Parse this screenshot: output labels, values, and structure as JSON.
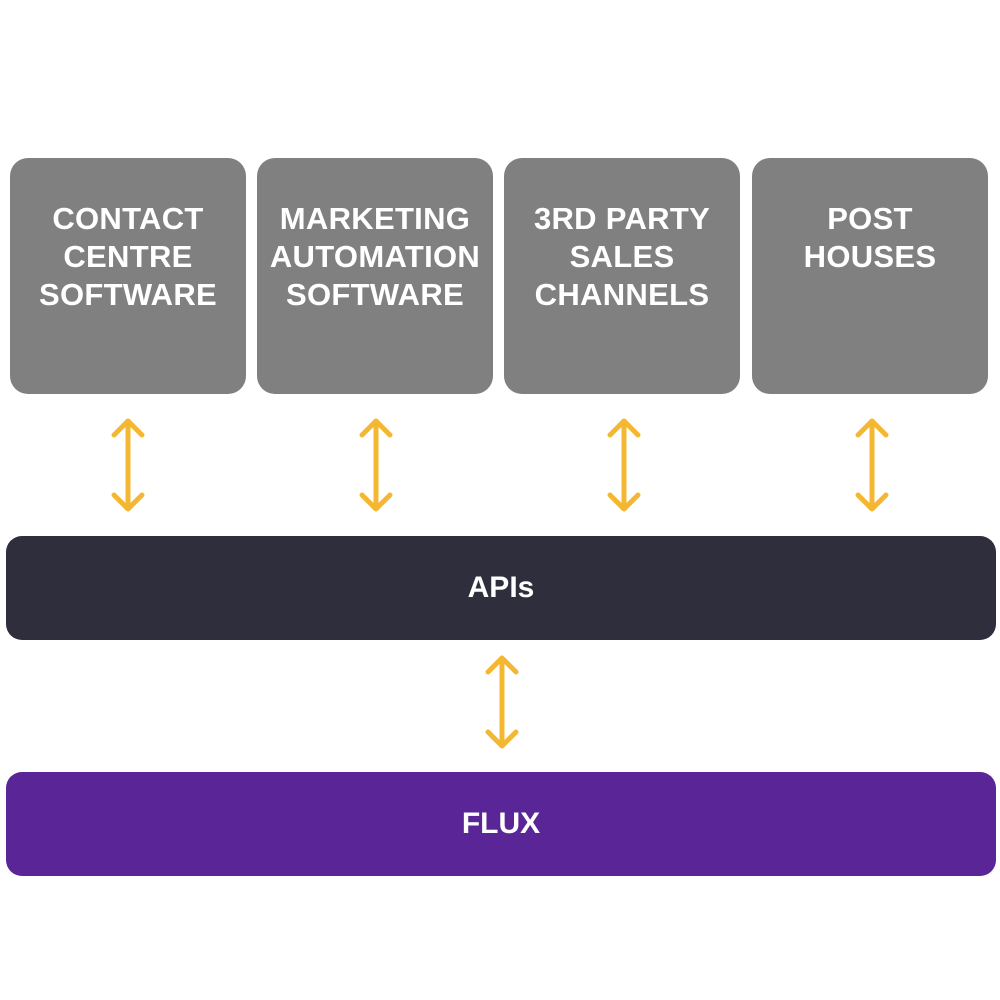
{
  "colors": {
    "box": "#808080",
    "apis_bar": "#2f2e3d",
    "flux_bar": "#5a2596",
    "arrow": "#f4b731",
    "text": "#ffffff"
  },
  "boxes": [
    {
      "lines": [
        "CONTACT",
        "CENTRE",
        "SOFTWARE"
      ]
    },
    {
      "lines": [
        "MARKETING",
        "AUTOMATION",
        "SOFTWARE"
      ]
    },
    {
      "lines": [
        "3RD PARTY",
        "SALES",
        "CHANNELS"
      ]
    },
    {
      "lines": [
        "POST",
        "HOUSES"
      ]
    }
  ],
  "apis": {
    "label": "APIs"
  },
  "flux": {
    "label": "FLUX"
  },
  "arrow_icon": "double-headed-vertical-arrow"
}
